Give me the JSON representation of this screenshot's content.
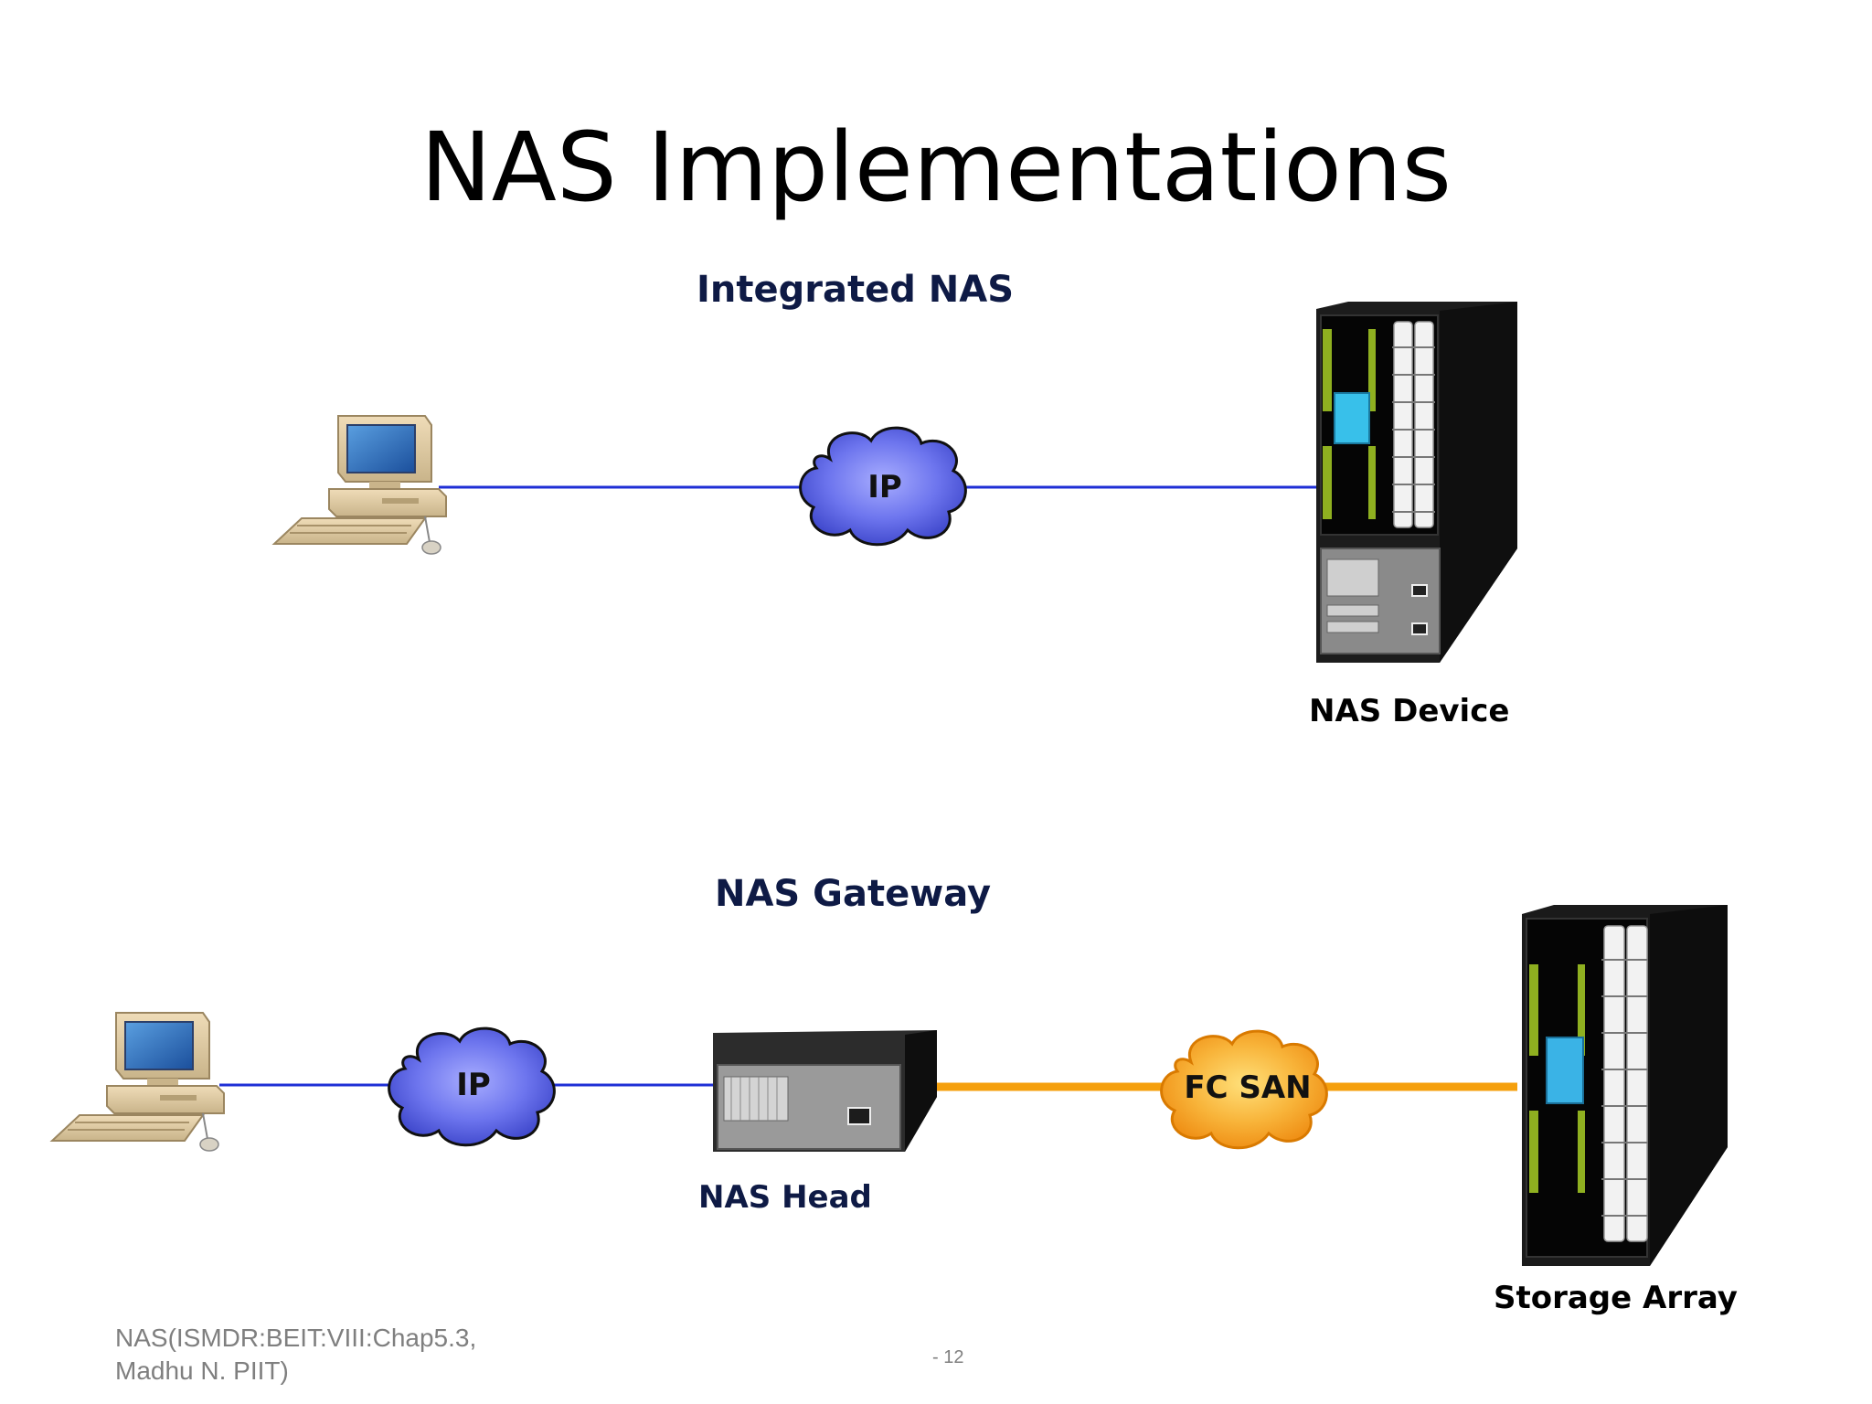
{
  "slide": {
    "title": "NAS Implementations"
  },
  "integrated": {
    "section_title": "Integrated NAS",
    "cloud_label": "IP",
    "device_label": "NAS Device"
  },
  "gateway": {
    "section_title": "NAS Gateway",
    "ip_cloud_label": "IP",
    "head_label": "NAS Head",
    "san_cloud_label": "FC SAN",
    "array_label": "Storage Array"
  },
  "footer": {
    "source_line1": "NAS(ISMDR:BEIT:VIII:Chap5.3,",
    "source_line2": "Madhu N. PIIT)",
    "page_number": "- 12"
  },
  "colors": {
    "ip_link": "#1f2fd6",
    "fc_link": "#f5a00d",
    "ip_cloud": "#5a64e8",
    "fc_cloud": "#f7a525",
    "section_title": "#0e1a45"
  },
  "icons": [
    "desktop-computer-icon",
    "nas-device-rack-icon",
    "nas-head-icon",
    "storage-array-icon",
    "ip-cloud-icon",
    "fc-san-cloud-icon"
  ]
}
